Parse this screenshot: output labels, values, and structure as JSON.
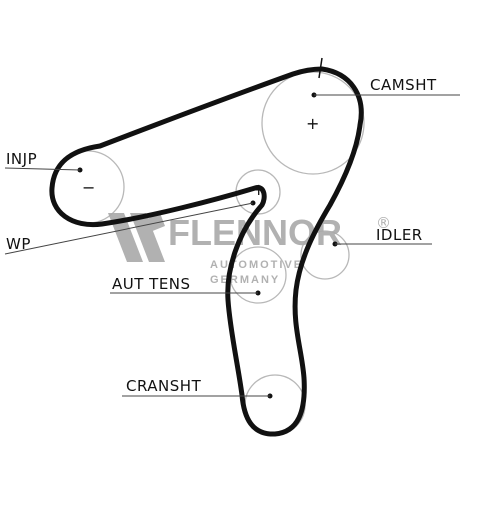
{
  "diagram": {
    "labels": {
      "camshaft": "CAMSHT",
      "injection_pump": "INJP",
      "water_pump": "WP",
      "idler": "IDLER",
      "auto_tensioner": "AUT TENS",
      "crankshaft": "CRANSHT"
    },
    "pulley_marks": {
      "camshaft": "+",
      "injection_pump": "−",
      "tensioner_small": "+"
    },
    "watermark": {
      "brand": "FLENNOR",
      "registered": "®",
      "line1": "AUTOMOTIVE",
      "line2": "GERMANY"
    }
  },
  "colors": {
    "belt": "#111111",
    "pulley_outline": "#b8b8b8",
    "leader_line": "#444444",
    "watermark": "#a9a9a9"
  }
}
